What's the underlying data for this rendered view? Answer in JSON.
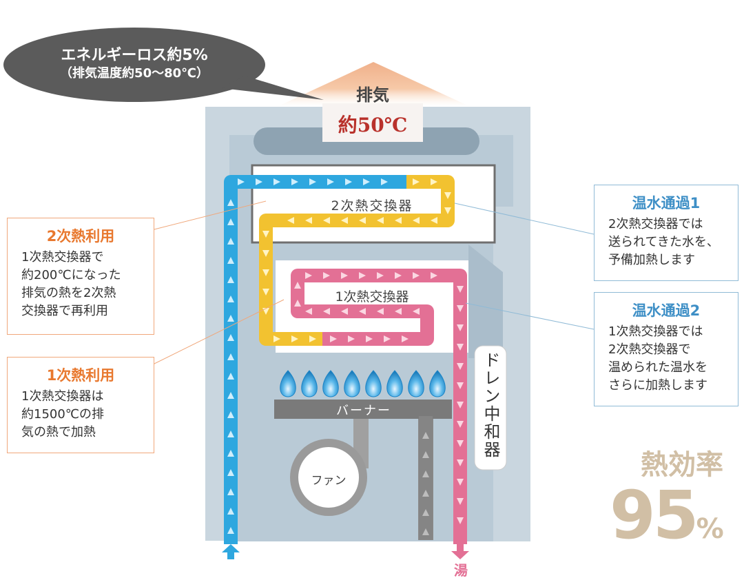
{
  "speech_bubble": {
    "line1": "エネルギーロス約5%",
    "line2": "（排気温度約50～80℃）"
  },
  "exhaust": {
    "label": "排気",
    "temp": "約50℃"
  },
  "components": {
    "hx2": "2次熱交換器",
    "hx1": "1次熱交換器",
    "burner": "バーナー",
    "fan": "ファン",
    "drain": "ドレン中和器",
    "outlet": "湯"
  },
  "callouts_left": [
    {
      "title": "2次熱利用",
      "lines": [
        "1次熱交換器で",
        "約200℃になった",
        "排気の熱を2次熱",
        "交換器で再利用"
      ]
    },
    {
      "title": "1次熱利用",
      "lines": [
        "1次熱交換器は",
        "約1500℃の排",
        "気の熱で加熱"
      ]
    }
  ],
  "callouts_right": [
    {
      "title": "温水通過1",
      "lines": [
        "2次熱交換器では",
        "送られてきた水を、",
        "予備加熱します"
      ]
    },
    {
      "title": "温水通過2",
      "lines": [
        "1次熱交換器では",
        "2次熱交換器で",
        "温められた温水を",
        "さらに加熱します"
      ]
    }
  ],
  "efficiency": {
    "label": "熱効率",
    "value": "95",
    "unit": "%"
  },
  "colors": {
    "cold_pipe": "#2ea7df",
    "warm_pipe": "#f2c230",
    "hot_pipe": "#e37095",
    "drain_pipe": "#8a8a8a",
    "body": "#c9d6df",
    "efficiency_text": "#d1bfa5",
    "bubble": "#5b5b5b",
    "flame": "#1a84c7"
  }
}
